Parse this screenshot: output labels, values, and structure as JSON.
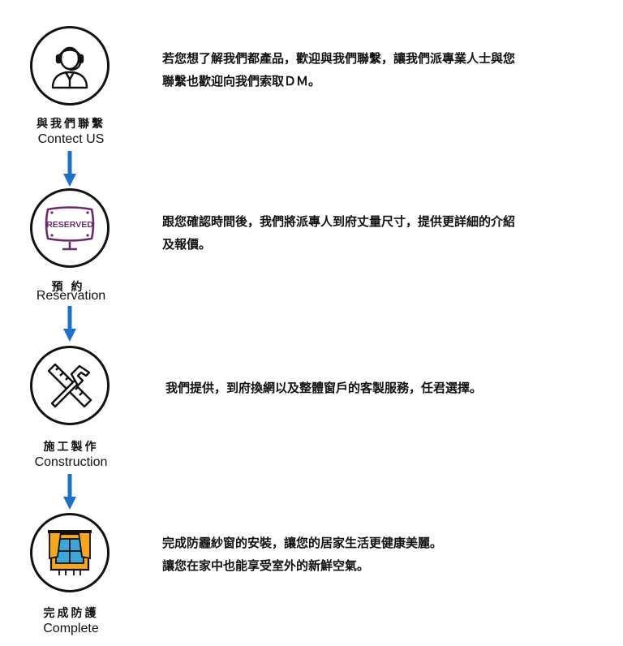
{
  "colors": {
    "arrow": "#1f6fc6",
    "reserved_purple": "#6b2a6b",
    "window_orange": "#f5a623",
    "window_blue": "#3fa4d8"
  },
  "steps": [
    {
      "icon": "customer-service-headset-icon",
      "label_zh": "與我們聯繫",
      "label_en": "Contect US",
      "description": "若您想了解我們都產品，歡迎與我們聯繫，讓我們派專業人士與您\n聯繫也歡迎向我們索取ＤＭ。"
    },
    {
      "icon": "reserved-monitor-icon",
      "icon_text": "RESERVED",
      "label_zh": "預約",
      "label_en": "Reservation",
      "description": "跟您確認時間後，我們將派專人到府丈量尺寸，提供更詳細的介紹\n及報價。"
    },
    {
      "icon": "hammer-ruler-tools-icon",
      "label_zh": "施工製作",
      "label_en": "Construction",
      "description": "我們提供，到府換網以及整體窗戶的客製服務，任君選擇。"
    },
    {
      "icon": "window-curtain-icon",
      "label_zh": "完成防護",
      "label_en": "Complete",
      "description": "完成防霾紗窗的安裝，讓您的居家生活更健康美麗。\n讓您在家中也能享受室外的新鮮空氣。"
    }
  ]
}
